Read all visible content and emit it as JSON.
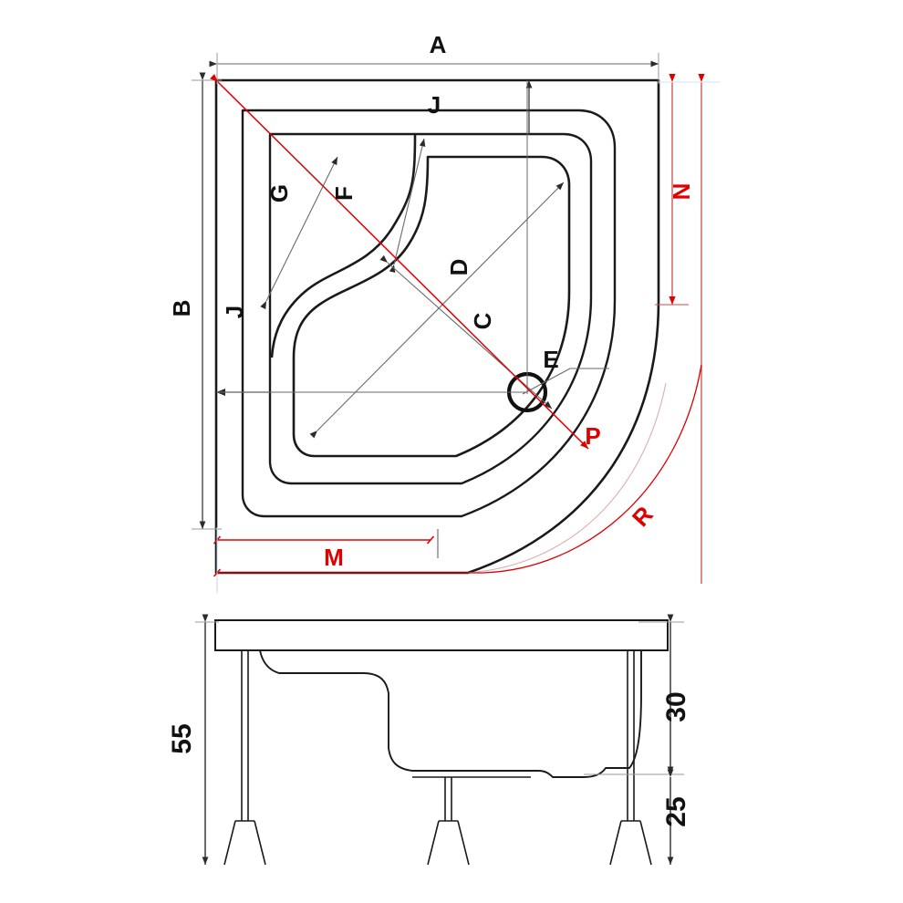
{
  "drawing": {
    "title": "Corner shower tray technical drawing",
    "colors": {
      "outline": "#1a1a1a",
      "dimension": "#3a3a3a",
      "accent_red": "#e00000",
      "background": "#ffffff"
    },
    "top_view": {
      "name": "plan-view",
      "dimension_labels": [
        {
          "id": "A",
          "text": "A",
          "type": "width-overall",
          "color": "#1a1a1a",
          "rotation": 0
        },
        {
          "id": "B",
          "text": "B",
          "type": "height-overall",
          "color": "#1a1a1a",
          "rotation": -90
        },
        {
          "id": "J_top",
          "text": "J",
          "type": "edge-width",
          "color": "#1a1a1a",
          "rotation": 0
        },
        {
          "id": "J_left",
          "text": "J",
          "type": "edge-width",
          "color": "#1a1a1a",
          "rotation": -90
        },
        {
          "id": "G",
          "text": "G",
          "type": "diagonal-inner",
          "color": "#1a1a1a",
          "rotation": -90
        },
        {
          "id": "F",
          "text": "F",
          "type": "diagonal-inner",
          "color": "#1a1a1a",
          "rotation": -90
        },
        {
          "id": "D",
          "text": "D",
          "type": "diagonal-basin",
          "color": "#1a1a1a",
          "rotation": -90
        },
        {
          "id": "C",
          "text": "C",
          "type": "diagonal-overall",
          "color": "#1a1a1a",
          "rotation": -90
        },
        {
          "id": "E",
          "text": "E",
          "type": "drain-leader",
          "color": "#1a1a1a",
          "rotation": 0
        },
        {
          "id": "N",
          "text": "N",
          "type": "offset-vertical",
          "color": "#e00000",
          "rotation": -90
        },
        {
          "id": "M",
          "text": "M",
          "type": "offset-horizontal",
          "color": "#e00000",
          "rotation": 0
        },
        {
          "id": "P",
          "text": "P",
          "type": "diagonal-red",
          "color": "#e00000",
          "rotation": 0
        },
        {
          "id": "R",
          "text": "R",
          "type": "radius-arc",
          "color": "#e00000",
          "rotation": -45
        }
      ]
    },
    "side_view": {
      "name": "elevation-view",
      "dimension_labels": [
        {
          "id": "55",
          "text": "55",
          "type": "total-height",
          "color": "#1a1a1a",
          "rotation": -90,
          "unit": ""
        },
        {
          "id": "30",
          "text": "30",
          "type": "tray-to-floor-upper",
          "color": "#1a1a1a",
          "rotation": -90,
          "unit": ""
        },
        {
          "id": "25",
          "text": "25",
          "type": "leg-height",
          "color": "#1a1a1a",
          "rotation": -90,
          "unit": ""
        }
      ]
    }
  }
}
